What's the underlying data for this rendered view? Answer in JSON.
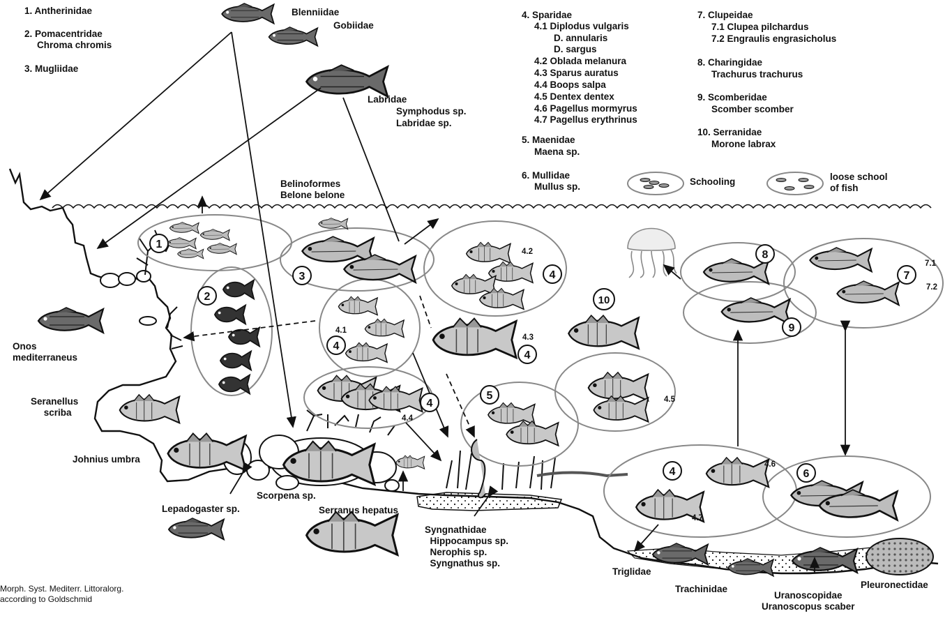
{
  "key": {
    "k1": "1. Antherinidae",
    "k2a": "2. Pomacentridae",
    "k2b": "Chroma chromis",
    "k3": "3. Mugliidae",
    "k4": "4. Sparidae",
    "k4_1": "4.1 Diplodus vulgaris",
    "k4_1b": "D. annularis",
    "k4_1c": "D. sargus",
    "k4_2": "4.2 Oblada melanura",
    "k4_3": "4.3 Sparus auratus",
    "k4_4": "4.4 Boops salpa",
    "k4_5": "4.5 Dentex dentex",
    "k4_6": "4.6 Pagellus mormyrus",
    "k4_7": "4.7 Pagellus erythrinus",
    "k5a": "5. Maenidae",
    "k5b": "Maena sp.",
    "k6a": "6. Mullidae",
    "k6b": "Mullus sp.",
    "k7": "7. Clupeidae",
    "k7_1": "7.1 Clupea pilchardus",
    "k7_2": "7.2 Engraulis engrasicholus",
    "k8a": "8. Charingidae",
    "k8b": "Trachurus trachurus",
    "k9a": "9. Scomberidae",
    "k9b": "Scomber scomber",
    "k10a": "10. Serranidae",
    "k10b": "Morone labrax",
    "schooling": "Schooling",
    "loose": "loose school\nof fish"
  },
  "labels": {
    "blenniidae": "Blenniidae",
    "gobiidae": "Gobiidae",
    "labridae": "Labridae",
    "symphodus": "Symphodus sp.",
    "labridae_sp": "Labridae sp.",
    "belino": "Belinoformes\nBelone belone",
    "onos": "Onos\nmediterraneus",
    "seranellus": "Seranellus\n     scriba",
    "johnius": "Johnius umbra",
    "lepadogaster": "Lepadogaster sp.",
    "scorpena": "Scorpena sp.",
    "serranus": "Serranus hepatus",
    "syngnathidae": "Syngnathidae\n  Hippocampus sp.\n  Nerophis sp.\n  Syngnathus sp.",
    "triglidae": "Triglidae",
    "trachinidae": "Trachinidae",
    "uranoscopidae": "Uranoscopidae\nUranoscopus scaber",
    "pleuronectidae": "Pleuronectidae",
    "credit": "Morph. Syst. Mediterr. Littoralorg.\naccording to Goldschmid"
  },
  "circle_numbers": [
    "1",
    "2",
    "3",
    "4",
    "4",
    "4",
    "4",
    "5",
    "10",
    "8",
    "9",
    "7",
    "4",
    "6"
  ],
  "sub_numbers": {
    "n4_2": "4.2",
    "n4_1": "4.1",
    "n4_3": "4.3",
    "n4_4": "4.4",
    "n4_5": "4.5",
    "n4_6": "4.6",
    "n4_7": "4.7",
    "n7_1": "7.1",
    "n7_2": "7.2"
  }
}
